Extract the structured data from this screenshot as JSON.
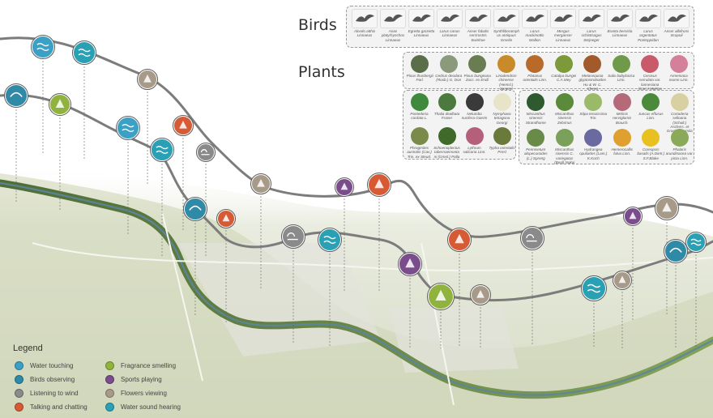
{
  "headings": {
    "birds": "Birds",
    "plants": "Plants"
  },
  "legend": {
    "title": "Legend",
    "items": [
      {
        "key": "water",
        "label": "Water touching",
        "color": "#3aa0c6"
      },
      {
        "key": "bird",
        "label": "Birds observing",
        "color": "#2e8aa6"
      },
      {
        "key": "wind",
        "label": "Listening to wind",
        "color": "#8a8a8a"
      },
      {
        "key": "talk",
        "label": "Talking and chatting",
        "color": "#d65a34"
      },
      {
        "key": "fragrance",
        "label": "Fragrance smelling",
        "color": "#8fb33c"
      },
      {
        "key": "sports",
        "label": "Sports playing",
        "color": "#7a4c8c"
      },
      {
        "key": "flowers",
        "label": "Flowers viewing",
        "color": "#a89a88"
      },
      {
        "key": "sound",
        "label": "Water sound hearing",
        "color": "#2aa0b5"
      }
    ]
  },
  "birds": [
    "Alcedo atthis Linnaeus",
    "Anas platyrhynchos Linnaeus",
    "Egretta garzetta Linnaeus",
    "Larus canus Linnaeus",
    "Anser fabalis serrirostris Swinhoe",
    "Synthliboramphus antiquus Gmelin",
    "Larus mackinottis Wallon",
    "Mergus merganser Linnaeus",
    "Larus schistisagus Stejneger",
    "Branta bernicla Linnaeus",
    "Larus argentatus Pontoppidan",
    "Anser albifrons Scopoli"
  ],
  "plants_top": [
    "Pinus thunbergii Parl.",
    "Cedrus deodara (Roxb.) G. Don",
    "Pinus bungeana Zucc. ex Endl.",
    "Liriodendron chinense (Hemsl.) Sargent",
    "Platanus orientalis Linn.",
    "Catalpa bungei C.A.Mey",
    "Metasequoia glyptostroboides Hu & W. C. Cheng",
    "Salix babylonica Linn.",
    "Cerasus serrulata var. lannesiana (Carr.) Makino",
    "Armeniaca mume Linn."
  ],
  "plants_left": [
    "Pontederia cordata L.",
    "Thalia dealbata Fraser",
    "Nelumbo nucifera Gaertn",
    "Nymphaea tetragona Georgi",
    "Phragmites australis (Cav.) Trin. ex Steud.",
    "Schoenoplectus tabernaemontani (Gmel.) Palla",
    "Lythrum salicaria Linn.",
    "Typha orientalis Presl"
  ],
  "plants_right": [
    "Miscanthus sinensis Strandhome",
    "Miscanthus sinensis Zebrinus",
    "Stipa tenuissima Trin.",
    "Melinis nerviglumis Brauch.",
    "Juncus effusus Linn.",
    "Cortaderia selloana (Schult.) Aschers. et Graebn. Pumila",
    "Pennisetum alopecuroides (L.) Spreng",
    "Miscanthus sinensis C. variegatus (Beal) Nakai",
    "Hydrangea opuloides (Lam.) K.Koch",
    "Hemerocallis fulva Linn.",
    "Coreopsis basalis (A.Dietr.) S.F.Blake",
    "Phalaris arundinacea var. picta Linn."
  ],
  "colors": {
    "water": "#3aa0c6",
    "bird": "#2e8aa6",
    "wind": "#8a8a8a",
    "talk": "#d65a34",
    "fragrance": "#8fb33c",
    "sports": "#7a4c8c",
    "flowers": "#a89a88",
    "sound": "#2aa0b5",
    "river": "#6d8a4a",
    "path": "#8e8e8e"
  }
}
